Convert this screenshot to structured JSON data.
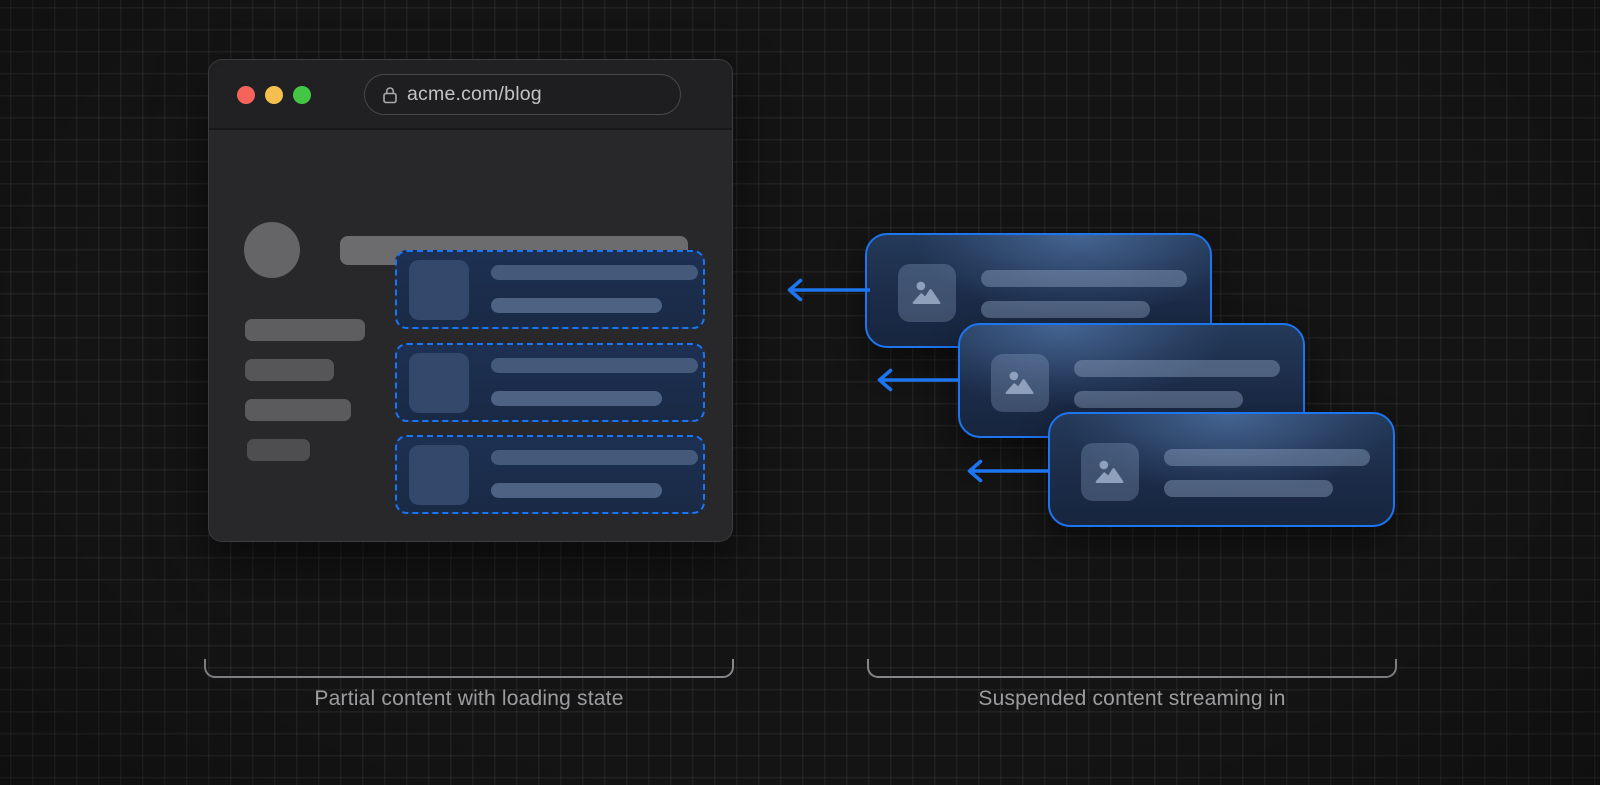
{
  "browser": {
    "url": "acme.com/blog",
    "traffic_lights": [
      "close",
      "minimize",
      "maximize"
    ],
    "skeleton": {
      "sidebar_bars": 4,
      "loading_cards": 3,
      "loading_card_parts": [
        "image-placeholder",
        "text-line",
        "text-line"
      ]
    }
  },
  "stream": {
    "cards": 3,
    "card_parts": [
      "image-placeholder",
      "text-line",
      "text-line"
    ],
    "arrow_direction": "left"
  },
  "captions": {
    "left": "Partial content with loading state",
    "right": "Suspended content streaming in"
  },
  "icons": [
    "lock-icon",
    "image-icon",
    "arrow-left-icon"
  ],
  "colors": {
    "accent-blue": "#1e75f0",
    "traffic-red": "#f4645b",
    "traffic-yellow": "#f4bf4f",
    "traffic-green": "#43c645"
  }
}
